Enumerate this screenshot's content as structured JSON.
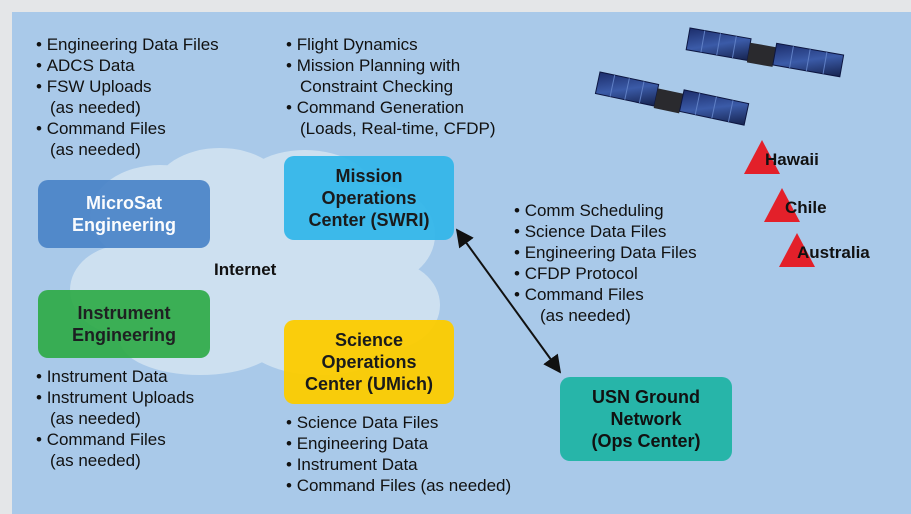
{
  "boxes": {
    "microsat": {
      "label": "MicroSat\nEngineering",
      "color": "#4a84c8"
    },
    "instrument": {
      "label": "Instrument\nEngineering",
      "color": "#2fab48"
    },
    "moc": {
      "label": "Mission\nOperations\nCenter (SWRI)",
      "color": "#35b7ea"
    },
    "soc": {
      "label": "Science\nOperations\nCenter (UMich)",
      "color": "#fdcd00"
    },
    "usn": {
      "label": "USN Ground\nNetwork\n(Ops Center)",
      "color": "#27b5a9"
    }
  },
  "cloud_label": "Internet",
  "lists": {
    "microsat": [
      "Engineering Data Files",
      "ADCS Data",
      "FSW Uploads",
      "(as needed)",
      "Command Files",
      "(as needed)"
    ],
    "moc": [
      "Flight Dynamics",
      "Mission Planning with",
      "Constraint Checking",
      "Command Generation",
      "(Loads, Real-time, CFDP)"
    ],
    "link": [
      "Comm Scheduling",
      "Science Data Files",
      "Engineering Data Files",
      "CFDP Protocol",
      "Command Files",
      "(as needed)"
    ],
    "instrument": [
      "Instrument Data",
      "Instrument Uploads",
      "(as needed)",
      "Command Files",
      "(as needed)"
    ],
    "soc": [
      "Science Data Files",
      "Engineering Data",
      "Instrument Data",
      "Command Files (as needed)"
    ]
  },
  "ground_sites": [
    "Hawaii",
    "Chile",
    "Australia"
  ],
  "colors": {
    "panel": "#a9c9e9",
    "cloud": "#d3e4f2",
    "site_marker": "#e3202a"
  }
}
